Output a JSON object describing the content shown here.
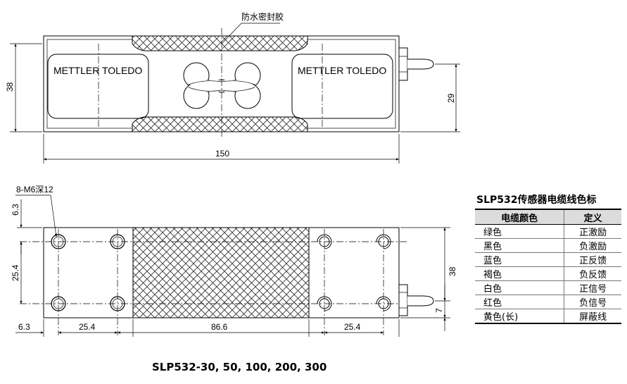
{
  "top_view": {
    "callout": "防水密封胶",
    "brand_left": "METTLER TOLEDO",
    "brand_right": "METTLER TOLEDO",
    "dim_height": "38",
    "dim_length": "150",
    "dim_cable": "29"
  },
  "bottom_view": {
    "hole_note": "8-M6深12",
    "dim_6_3_top": "6.3",
    "dim_25_4_vertical": "25.4",
    "dim_38": "38",
    "dim_7": "7",
    "dim_6_3_left": "6.3",
    "dim_25_4_left": "25.4",
    "dim_86_6": "86.6",
    "dim_25_4_right": "25.4"
  },
  "wire_legend": {
    "title": "SLP532传感器电缆线色标",
    "headers": [
      "电缆颜色",
      "定义"
    ],
    "rows": [
      {
        "color": "绿色",
        "definition": "正激励"
      },
      {
        "color": "黑色",
        "definition": "负激励"
      },
      {
        "color": "蓝色",
        "definition": "正反馈"
      },
      {
        "color": "褐色",
        "definition": "负反馈"
      },
      {
        "color": "白色",
        "definition": "正信号"
      },
      {
        "color": "红色",
        "definition": "负信号"
      },
      {
        "color": "黄色(长)",
        "definition": "屏蔽线"
      }
    ]
  },
  "model_caption": "SLP532-30, 50, 100, 200, 300"
}
